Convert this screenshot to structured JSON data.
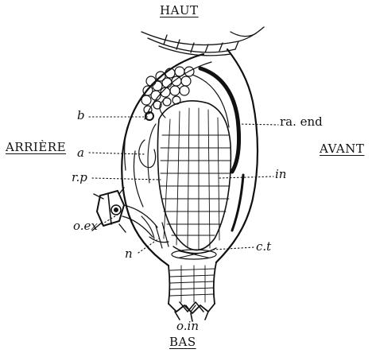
{
  "orientation": {
    "top": "HAUT",
    "bottom": "BAS",
    "left": "ARRIÈRE",
    "right": "AVANT"
  },
  "labels": {
    "b": "b",
    "ra_end": "ra. end",
    "a": "a",
    "rp": "r.p",
    "in": "in",
    "oex": "o.ex",
    "n": "n",
    "ct": "c.t",
    "oin": "o.in"
  },
  "colors": {
    "ink": "#111111",
    "paper": "#ffffff"
  }
}
